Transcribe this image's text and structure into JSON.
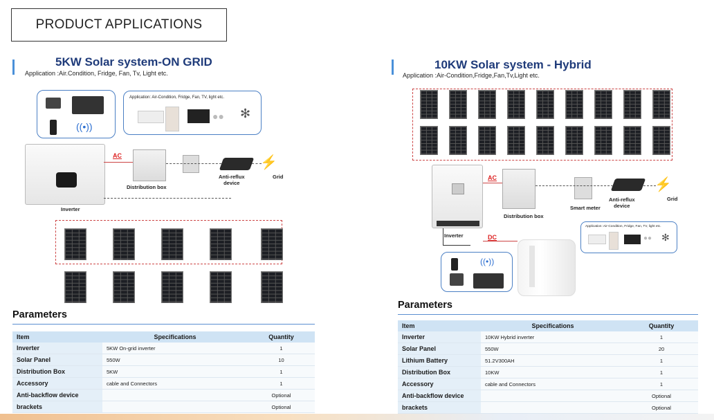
{
  "header": {
    "title": "PRODUCT APPLICATIONS"
  },
  "left": {
    "title": "5KW  Solar system-ON GRID",
    "application": "Application :Air.Condition, Fridge, Fan, Tv, Light etc.",
    "diagram": {
      "appliance_box_text": "Application: Air-Condition, Fridge, Fan, TV, light etc.",
      "ac_label": "AC",
      "distribution_label": "Distribution box",
      "anti_reflux_label": "Anti-reflux\ndevice",
      "grid_label": "Grid",
      "inverter_label": "Inverter"
    },
    "params_title": "Parameters",
    "table": {
      "headers": [
        "Item",
        "Specifications",
        "Quantity"
      ],
      "rows": [
        [
          "Inverter",
          "5KW On-grid inverter",
          "1"
        ],
        [
          "Solar Panel",
          "550W",
          "10"
        ],
        [
          "Distribution Box",
          "5KW",
          "1"
        ],
        [
          "Accessory",
          "cable and Connectors",
          "1"
        ],
        [
          "Anti-backflow device",
          "",
          "Optional"
        ],
        [
          "brackets",
          "",
          "Optional"
        ]
      ]
    }
  },
  "right": {
    "title": "10KW  Solar system - Hybrid",
    "application": "Application :Air-Condition,Fridge,Fan,Tv,Light etc.",
    "diagram": {
      "ac_label": "AC",
      "dc_label": "DC",
      "distribution_label": "Distribution box",
      "smart_meter_label": "Smart meter",
      "anti_reflux_label": "Anti-reflux\ndevice",
      "grid_label": "Grid",
      "inverter_label": "Inverter",
      "appliance_box_text": "Application: Air-Condition, Fridge, Fan, TV, light etc."
    },
    "params_title": "Parameters",
    "table": {
      "headers": [
        "Item",
        "Specifications",
        "Quantity"
      ],
      "rows": [
        [
          "Inverter",
          "10KW Hybrid inverter",
          "1"
        ],
        [
          "Solar Panel",
          "550W",
          "20"
        ],
        [
          "Lithium Battery",
          "51.2V300AH",
          "1"
        ],
        [
          "Distribution Box",
          "10KW",
          "1"
        ],
        [
          "Accessory",
          "cable and Connectors",
          "1"
        ],
        [
          "Anti-backflow device",
          "",
          "Optional"
        ],
        [
          "brackets",
          "",
          "Optional"
        ]
      ]
    }
  }
}
